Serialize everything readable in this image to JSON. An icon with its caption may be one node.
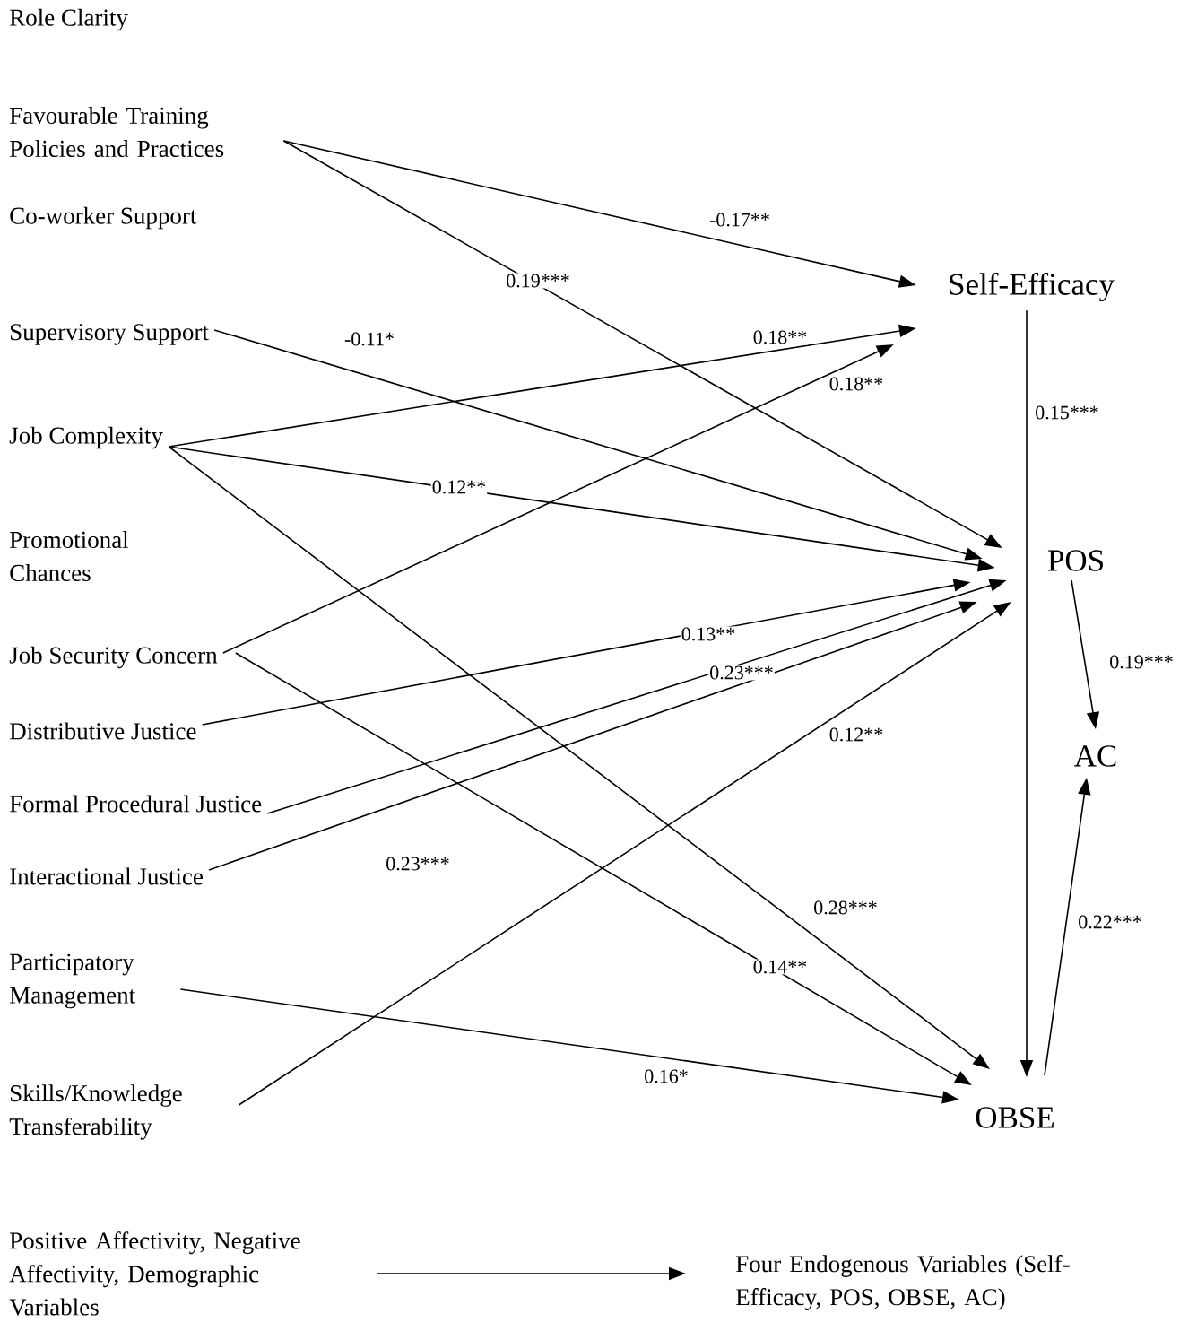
{
  "diagram": {
    "nodes": [
      {
        "text": [
          "Role Clarity"
        ]
      },
      {
        "text": [
          "Favourable Training Policies and Practices"
        ]
      },
      {
        "text": [
          "Co-worker Support"
        ]
      },
      {
        "text": [
          "Supervisory Support"
        ]
      },
      {
        "text": [
          "Job Complexity"
        ]
      },
      {
        "text": [
          "Promotional Chances"
        ]
      },
      {
        "text": [
          "Job Security Concern"
        ]
      },
      {
        "text": [
          "Distributive Justice"
        ]
      },
      {
        "text": [
          "Formal Procedural Justice"
        ]
      },
      {
        "text": [
          "Interactional Justice"
        ]
      },
      {
        "text": [
          "Participatory Management"
        ]
      },
      {
        "text": [
          "Skills/Knowledge Transferability"
        ]
      },
      {
        "text": [
          "Self-Efficacy"
        ]
      },
      {
        "text": [
          "POS"
        ]
      },
      {
        "text": [
          "AC"
        ]
      },
      {
        "text": [
          "OBSE"
        ]
      },
      {
        "text": [
          "Positive Affectivity, Negative Affectivity, Demographic Variables"
        ]
      },
      {
        "text": [
          "Four Endogenous Variables (Self-Efficacy, POS, OBSE, AC)"
        ]
      }
    ],
    "edges": [
      {
        "from": 1,
        "to": 12,
        "arrow": "to",
        "label": "-0.17**"
      },
      {
        "from": 1,
        "to": 13,
        "arrow": "to",
        "label": "0.19***"
      },
      {
        "from": 3,
        "to": 13,
        "arrow": "to",
        "label": "-0.11*"
      },
      {
        "from": 4,
        "to": 12,
        "arrow": "to",
        "label": "0.18**"
      },
      {
        "from": 4,
        "to": 13,
        "arrow": "to",
        "label": "0.12**"
      },
      {
        "from": 4,
        "to": 15,
        "arrow": "to",
        "label": "0.28***"
      },
      {
        "from": 6,
        "to": 12,
        "arrow": "to",
        "label": "0.18**"
      },
      {
        "from": 6,
        "to": 15,
        "arrow": "to",
        "label": "0.14**"
      },
      {
        "from": 7,
        "to": 13,
        "arrow": "to",
        "label": "0.13**"
      },
      {
        "from": 8,
        "to": 13,
        "arrow": "to",
        "label": "0.23***"
      },
      {
        "from": 9,
        "to": 13,
        "arrow": "to",
        "label": "0.23***"
      },
      {
        "from": 11,
        "to": 13,
        "arrow": "to",
        "label": "0.12**"
      },
      {
        "from": 10,
        "to": 15,
        "arrow": "to",
        "label": "0.16*"
      },
      {
        "from": 12,
        "to": 15,
        "arrow": "to",
        "label": "0.15***"
      },
      {
        "from": 13,
        "to": 14,
        "arrow": "to",
        "label": "0.19***"
      },
      {
        "from": 15,
        "to": 14,
        "arrow": "to",
        "label": "0.22***"
      },
      {
        "from": 16,
        "to": 17,
        "arrow": "to"
      }
    ]
  }
}
